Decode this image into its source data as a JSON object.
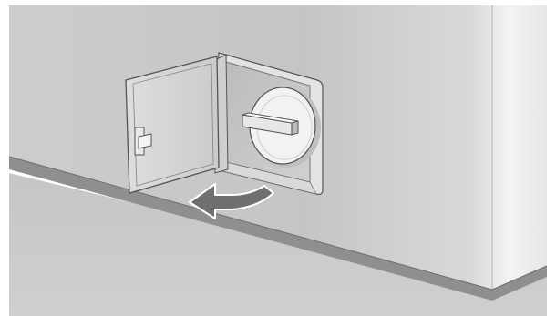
{
  "illustration": {
    "subject": "open-compartment-door-with-rotary-knob",
    "icons": {
      "arrow": "curved-arrow-left",
      "knob": "rotary-knob"
    },
    "colors": {
      "wall_light": "#d7d7d7",
      "wall_mid": "#c8c8c8",
      "wall_dark": "#b9b9b9",
      "floor": "#c9c9c9",
      "baseboard": "#8f8f8f",
      "door_frame": "#e2e2e2",
      "door_panel": "#d2d2d2",
      "outline": "#555555",
      "knob": "#f1f1f1",
      "arrow_fill": "#6f6f6f",
      "arrow_edge": "#ffffff"
    }
  }
}
